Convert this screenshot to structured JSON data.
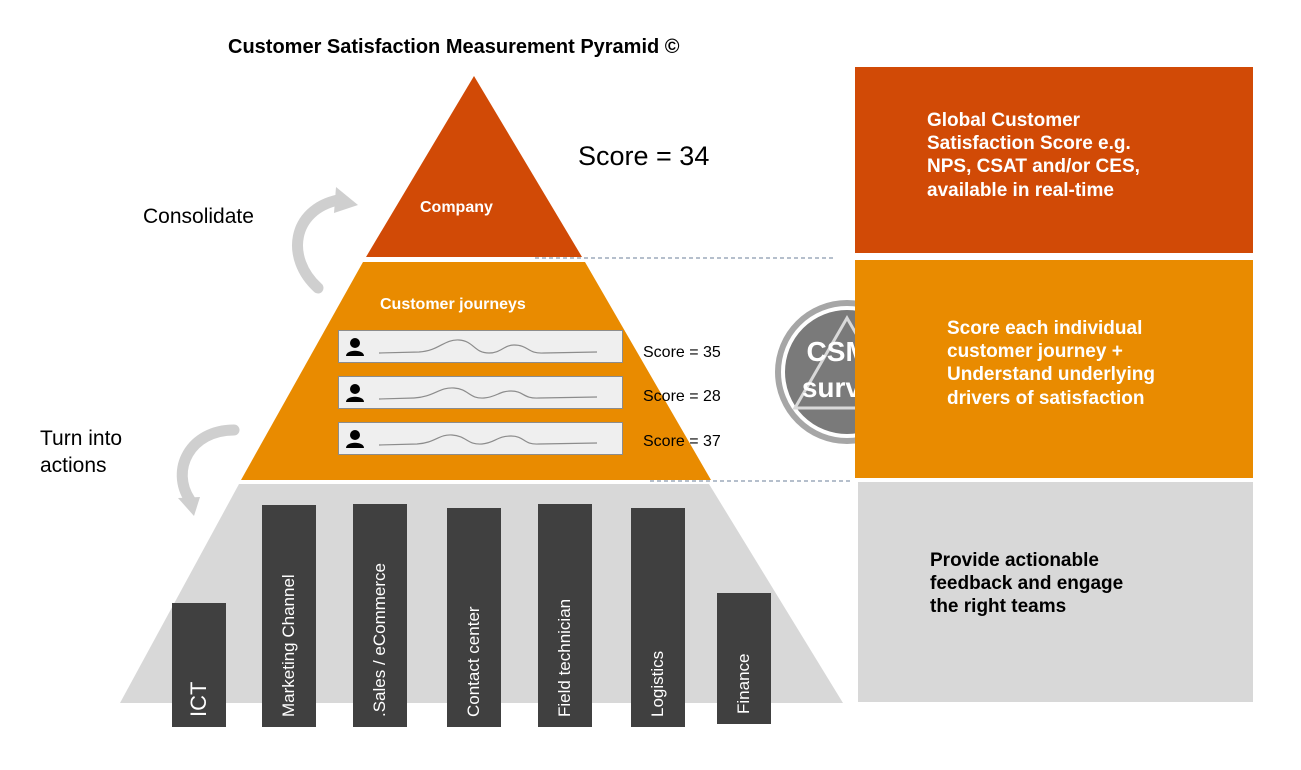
{
  "title": "Customer Satisfaction Measurement Pyramid ©",
  "score_main": "Score = 34",
  "consolidate": "Consolidate",
  "turn_into_actions": "Turn into\nactions",
  "pyramid": {
    "top_label": "Company",
    "middle_label": "Customer journeys",
    "journeys": [
      {
        "score": "Score = 35"
      },
      {
        "score": "Score = 28"
      },
      {
        "score": "Score = 37"
      }
    ],
    "departments": [
      {
        "label": "ICT"
      },
      {
        "label": "Marketing Channel"
      },
      {
        "label": ".Sales / eCommerce"
      },
      {
        "label": "Contact center"
      },
      {
        "label": "Field technician"
      },
      {
        "label": "Logistics"
      },
      {
        "label": "Finance"
      }
    ]
  },
  "badge": {
    "line1": "CSMP",
    "line2": "survey"
  },
  "panels": {
    "top": "Global Customer\nSatisfaction Score e.g.\nNPS, CSAT and/or CES,\navailable in real-time",
    "middle": "Score each individual\ncustomer journey +\nUnderstand underlying\ndrivers of satisfaction",
    "bottom": "Provide actionable\nfeedback and engage\nthe right teams"
  },
  "colors": {
    "top": "#d14a06",
    "middle": "#e98b00",
    "bottom": "#d8d8d8",
    "bars": "#404040",
    "badge": "#777777"
  },
  "icons": {
    "consolidate_arrow": "curved-arrow-icon",
    "turn_arrow": "curved-arrow-icon",
    "journey_person": "person-icon"
  }
}
